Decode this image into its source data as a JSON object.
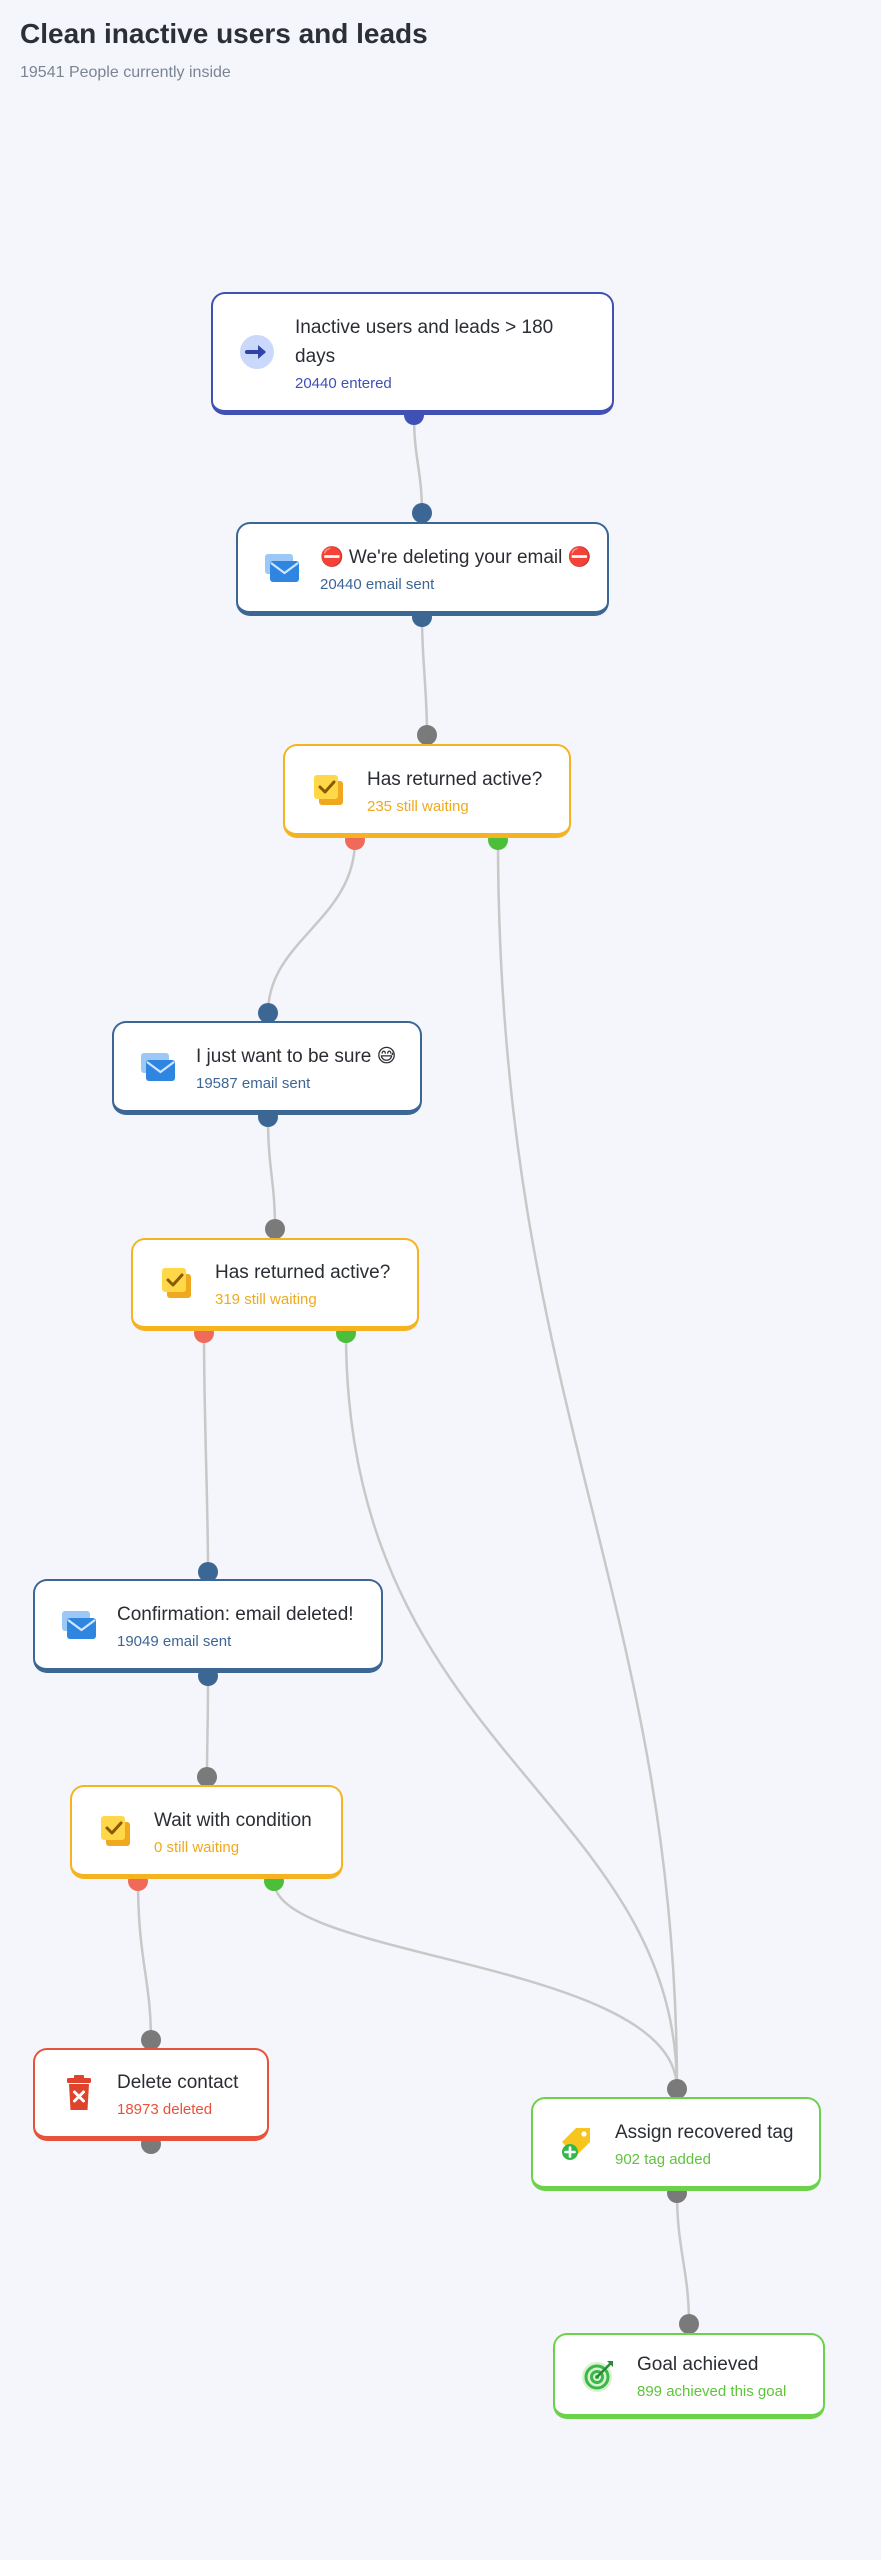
{
  "header": {
    "title": "Clean inactive users and leads",
    "subtitle": "19541 People currently inside"
  },
  "colors": {
    "trigger": "#3f51b5",
    "email": "#3c6694",
    "condition": "#f5b321",
    "delete": "#e6533a",
    "success": "#6cd24a",
    "port_neutral": "#7a7a7a",
    "port_no": "#f06a5a",
    "port_yes": "#4cbf3a",
    "wire": "#c8c8c8"
  },
  "nodes": {
    "trigger": {
      "label": "Inactive users and leads > 180 days",
      "sub": "20440 entered",
      "icon": "arrow-right-icon"
    },
    "email1": {
      "label": "⛔ We're deleting your email ⛔",
      "sub": "20440 email sent",
      "icon": "envelope-icon"
    },
    "cond1": {
      "label": "Has returned active?",
      "sub": "235 still waiting",
      "icon": "checklist-icon"
    },
    "email2": {
      "label": "I just want to be sure 😅",
      "sub": "19587 email sent",
      "icon": "envelope-icon"
    },
    "cond2": {
      "label": "Has returned active?",
      "sub": "319 still waiting",
      "icon": "checklist-icon"
    },
    "email3": {
      "label": "Confirmation: email deleted!",
      "sub": "19049 email sent",
      "icon": "envelope-icon"
    },
    "wait": {
      "label": "Wait with condition",
      "sub": "0 still waiting",
      "icon": "checklist-icon"
    },
    "delete": {
      "label": "Delete contact",
      "sub": "18973 deleted",
      "icon": "trash-icon"
    },
    "tag": {
      "label": "Assign recovered tag",
      "sub": "902 tag added",
      "icon": "tag-add-icon"
    },
    "goal": {
      "label": "Goal achieved",
      "sub": "899 achieved this goal",
      "icon": "target-icon"
    }
  }
}
